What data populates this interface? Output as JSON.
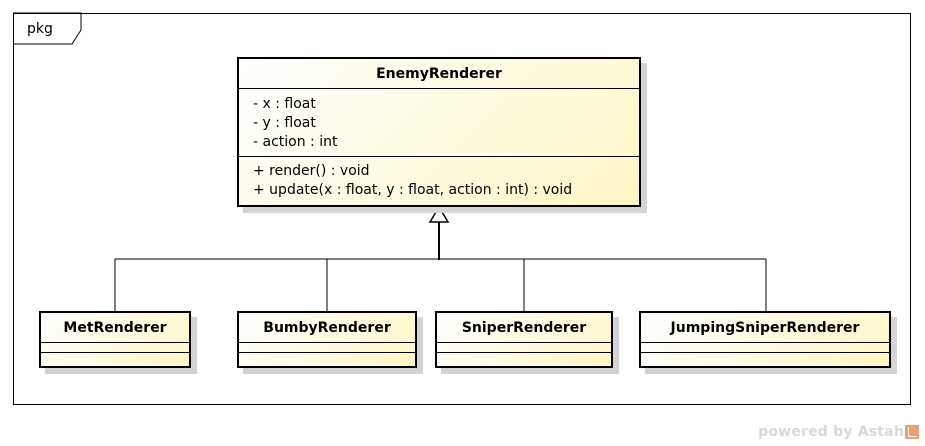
{
  "frame": {
    "label": "pkg"
  },
  "base_class": {
    "name": "EnemyRenderer",
    "attributes": [
      "- x : float",
      "- y : float",
      "- action : int"
    ],
    "operations": [
      "+ render() : void",
      "+ update(x : float, y : float, action : int) : void"
    ]
  },
  "subclasses": [
    {
      "name": "MetRenderer"
    },
    {
      "name": "BumbyRenderer"
    },
    {
      "name": "SniperRenderer"
    },
    {
      "name": "JumpingSniperRenderer"
    }
  ],
  "watermark": {
    "text": "powered by Astah"
  },
  "colors": {
    "class_fill": "#fff6c4",
    "shadow": "#d4d4d4",
    "watermark": "#d9d9d9",
    "logo": "#f0a070"
  }
}
